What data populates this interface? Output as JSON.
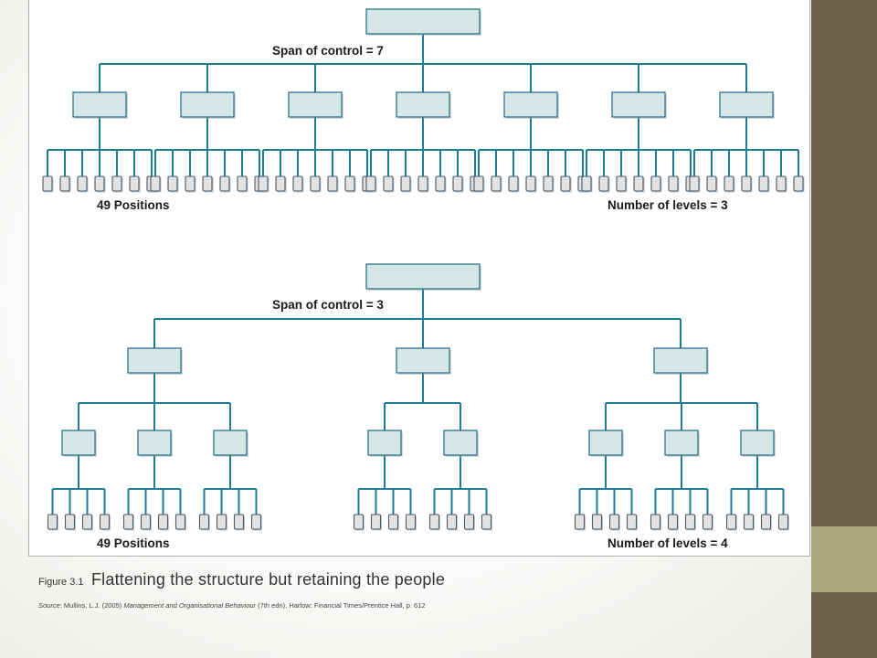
{
  "diagram_top": {
    "span_label": "Span of control = 7",
    "positions_label": "49 Positions",
    "levels_label": "Number of levels = 3"
  },
  "diagram_bottom": {
    "span_label": "Span of control = 3",
    "positions_label": "49 Positions",
    "levels_label": "Number of levels = 4"
  },
  "caption": {
    "figure_label": "Figure 3.1",
    "title": "Flattening the structure but retaining the people"
  },
  "source": {
    "prefix": "Source",
    "author": ": Mullins, L.J. (2005) ",
    "work": "Management and Organisational Behaviour",
    "rest": " (7th edn), Harlow: Financial Times/Prentice Hall, p. 612"
  },
  "colors": {
    "line": "#1e7c99",
    "box_fill": "#d4e6e6",
    "box_stroke": "#1e6a82",
    "leaf_fill": "#e2e2e2",
    "leaf_stroke": "#4a5a66",
    "right_bar": "#6b6049",
    "right_block": "#a9a57e"
  }
}
